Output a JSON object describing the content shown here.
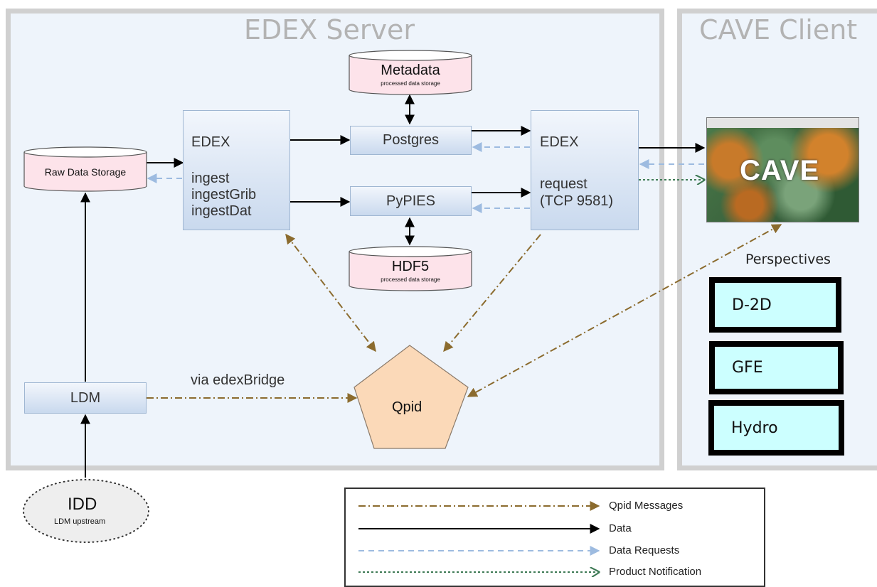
{
  "server": {
    "title": "EDEX Server"
  },
  "client": {
    "title": "CAVE Client"
  },
  "raw_storage": {
    "label": "Raw Data Storage"
  },
  "edex_ingest": {
    "title": "EDEX",
    "line1": "ingest",
    "line2": "ingestGrib",
    "line3": "ingestDat"
  },
  "edex_request": {
    "title": "EDEX",
    "line1": "request",
    "line2": "(TCP 9581)"
  },
  "metadata": {
    "title": "Metadata",
    "sub": "processed data storage"
  },
  "hdf5": {
    "title": "HDF5",
    "sub": "processed data storage"
  },
  "postgres": {
    "label": "Postgres"
  },
  "pypies": {
    "label": "PyPIES"
  },
  "ldm": {
    "label": "LDM"
  },
  "qpid": {
    "label": "Qpid"
  },
  "bridge_label": "via edexBridge",
  "idd": {
    "title": "IDD",
    "sub": "LDM upstream"
  },
  "cave": {
    "label": "CAVE"
  },
  "perspectives": {
    "title": "Perspectives",
    "items": [
      "D-2D",
      "GFE",
      "Hydro"
    ]
  },
  "legend": {
    "items": [
      {
        "label": "Qpid Messages",
        "color": "#8b6b2e",
        "style": "dash-dot"
      },
      {
        "label": "Data",
        "color": "#000000",
        "style": "solid"
      },
      {
        "label": "Data Requests",
        "color": "#9dbbe0",
        "style": "dashed"
      },
      {
        "label": "Product Notification",
        "color": "#3e7a55",
        "style": "dotted"
      }
    ]
  },
  "colors": {
    "qpid": "#8b6b2e",
    "data": "#000000",
    "request": "#9dbbe0",
    "notify": "#3e7a55",
    "cylinder_fill": "#fde3ea",
    "qpid_fill": "#fbd9b8"
  }
}
